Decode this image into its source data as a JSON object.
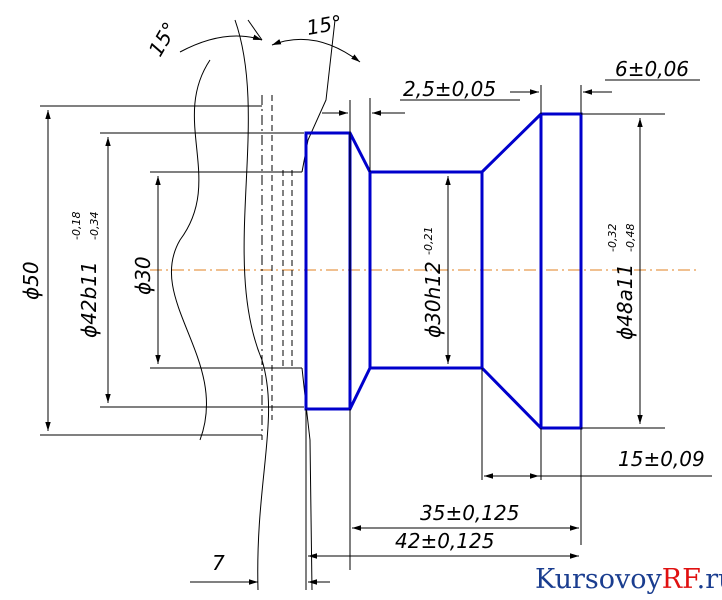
{
  "drawing": {
    "angles": [
      "15°",
      "15°"
    ],
    "diameters": {
      "d50": "ϕ50",
      "d42_main": "ϕ42b11",
      "d42_upper": "-0,18",
      "d42_lower": "-0,34",
      "d30": "ϕ30",
      "d30h12": "ϕ30h12",
      "d30h12_tol": "-0,21",
      "d48_main": "ϕ48a11",
      "d48_upper": "-0,32",
      "d48_lower": "-0,48"
    },
    "lengths": {
      "l_2_5": "2,5±0,05",
      "l_6": "6±0,06",
      "l_15": "15±0,09",
      "l_35": "35±0,125",
      "l_42": "42±0,125",
      "l_7": "7"
    }
  },
  "watermark": {
    "part1": "Kursovoy",
    "part2": "RF",
    "part3": ".ru"
  },
  "colors": {
    "part_outline": "#0000cc",
    "axis": "#e08020",
    "lines": "#000000",
    "watermark_blue": "#1a3d8f",
    "watermark_red": "#e01010"
  }
}
